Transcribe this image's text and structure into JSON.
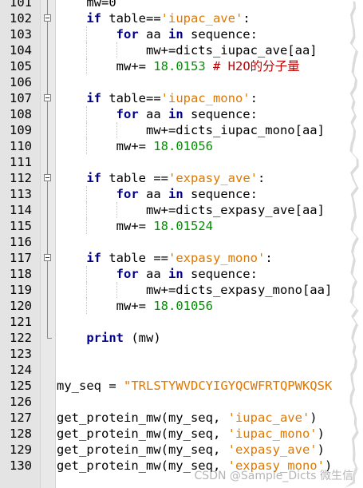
{
  "editor": {
    "lines": [
      {
        "no": "101",
        "tokens": [
          {
            "t": "    mw=0",
            "c": "plain"
          }
        ]
      },
      {
        "no": "102",
        "tokens": [
          {
            "t": "    ",
            "c": "plain"
          },
          {
            "t": "if",
            "c": "kw"
          },
          {
            "t": " table==",
            "c": "plain"
          },
          {
            "t": "'iupac_ave'",
            "c": "str"
          },
          {
            "t": ":",
            "c": "plain"
          }
        ]
      },
      {
        "no": "103",
        "tokens": [
          {
            "t": "        ",
            "c": "plain"
          },
          {
            "t": "for",
            "c": "kw"
          },
          {
            "t": " aa ",
            "c": "plain"
          },
          {
            "t": "in",
            "c": "kw"
          },
          {
            "t": " sequence:",
            "c": "plain"
          }
        ]
      },
      {
        "no": "104",
        "tokens": [
          {
            "t": "            mw+=dicts_iupac_ave[aa]",
            "c": "plain"
          }
        ]
      },
      {
        "no": "105",
        "tokens": [
          {
            "t": "        mw+= ",
            "c": "plain"
          },
          {
            "t": "18.0153",
            "c": "num"
          },
          {
            "t": " ",
            "c": "plain"
          },
          {
            "t": "# H2O的分子量",
            "c": "cmt"
          }
        ]
      },
      {
        "no": "106",
        "tokens": []
      },
      {
        "no": "107",
        "tokens": [
          {
            "t": "    ",
            "c": "plain"
          },
          {
            "t": "if",
            "c": "kw"
          },
          {
            "t": " table==",
            "c": "plain"
          },
          {
            "t": "'iupac_mono'",
            "c": "str"
          },
          {
            "t": ":",
            "c": "plain"
          }
        ]
      },
      {
        "no": "108",
        "tokens": [
          {
            "t": "        ",
            "c": "plain"
          },
          {
            "t": "for",
            "c": "kw"
          },
          {
            "t": " aa ",
            "c": "plain"
          },
          {
            "t": "in",
            "c": "kw"
          },
          {
            "t": " sequence:",
            "c": "plain"
          }
        ]
      },
      {
        "no": "109",
        "tokens": [
          {
            "t": "            mw+=dicts_iupac_mono[aa]",
            "c": "plain"
          }
        ]
      },
      {
        "no": "110",
        "tokens": [
          {
            "t": "        mw+= ",
            "c": "plain"
          },
          {
            "t": "18.01056",
            "c": "num"
          }
        ]
      },
      {
        "no": "111",
        "tokens": []
      },
      {
        "no": "112",
        "tokens": [
          {
            "t": "    ",
            "c": "plain"
          },
          {
            "t": "if",
            "c": "kw"
          },
          {
            "t": " table ==",
            "c": "plain"
          },
          {
            "t": "'expasy_ave'",
            "c": "str"
          },
          {
            "t": ":",
            "c": "plain"
          }
        ]
      },
      {
        "no": "113",
        "tokens": [
          {
            "t": "        ",
            "c": "plain"
          },
          {
            "t": "for",
            "c": "kw"
          },
          {
            "t": " aa ",
            "c": "plain"
          },
          {
            "t": "in",
            "c": "kw"
          },
          {
            "t": " sequence:",
            "c": "plain"
          }
        ]
      },
      {
        "no": "114",
        "tokens": [
          {
            "t": "            mw+=dicts_expasy_ave[aa]",
            "c": "plain"
          }
        ]
      },
      {
        "no": "115",
        "tokens": [
          {
            "t": "        mw+= ",
            "c": "plain"
          },
          {
            "t": "18.01524",
            "c": "num"
          }
        ]
      },
      {
        "no": "116",
        "tokens": []
      },
      {
        "no": "117",
        "tokens": [
          {
            "t": "    ",
            "c": "plain"
          },
          {
            "t": "if",
            "c": "kw"
          },
          {
            "t": " table ==",
            "c": "plain"
          },
          {
            "t": "'expasy_mono'",
            "c": "str"
          },
          {
            "t": ":",
            "c": "plain"
          }
        ]
      },
      {
        "no": "118",
        "tokens": [
          {
            "t": "        ",
            "c": "plain"
          },
          {
            "t": "for",
            "c": "kw"
          },
          {
            "t": " aa ",
            "c": "plain"
          },
          {
            "t": "in",
            "c": "kw"
          },
          {
            "t": " sequence:",
            "c": "plain"
          }
        ]
      },
      {
        "no": "119",
        "tokens": [
          {
            "t": "            mw+=dicts_expasy_mono[aa]",
            "c": "plain"
          }
        ]
      },
      {
        "no": "120",
        "tokens": [
          {
            "t": "        mw+= ",
            "c": "plain"
          },
          {
            "t": "18.01056",
            "c": "num"
          }
        ]
      },
      {
        "no": "121",
        "tokens": []
      },
      {
        "no": "122",
        "tokens": [
          {
            "t": "    ",
            "c": "plain"
          },
          {
            "t": "print",
            "c": "kw"
          },
          {
            "t": " (mw)",
            "c": "plain"
          }
        ]
      },
      {
        "no": "123",
        "tokens": []
      },
      {
        "no": "124",
        "tokens": []
      },
      {
        "no": "125",
        "tokens": [
          {
            "t": "my_seq = ",
            "c": "plain"
          },
          {
            "t": "\"TRLSTYWVDCYIGYQCWFRTQPWKQSK",
            "c": "str"
          }
        ]
      },
      {
        "no": "126",
        "tokens": []
      },
      {
        "no": "127",
        "tokens": [
          {
            "t": "get_protein_mw(my_seq, ",
            "c": "plain"
          },
          {
            "t": "'iupac_ave'",
            "c": "str"
          },
          {
            "t": ")",
            "c": "plain"
          }
        ]
      },
      {
        "no": "128",
        "tokens": [
          {
            "t": "get_protein_mw(my_seq, ",
            "c": "plain"
          },
          {
            "t": "'iupac_mono'",
            "c": "str"
          },
          {
            "t": ")",
            "c": "plain"
          }
        ]
      },
      {
        "no": "129",
        "tokens": [
          {
            "t": "get_protein_mw(my_seq, ",
            "c": "plain"
          },
          {
            "t": "'expasy_ave'",
            "c": "str"
          },
          {
            "t": ")",
            "c": "plain"
          }
        ]
      },
      {
        "no": "130",
        "tokens": [
          {
            "t": "get_protein_mw(my_seq, ",
            "c": "plain"
          },
          {
            "t": "'expasy_mono'",
            "c": "str"
          },
          {
            "t": ")",
            "c": "plain"
          }
        ]
      }
    ]
  },
  "watermark": "CSDN @Sample_Dicts 微生信",
  "colors": {
    "keyword": "#00008b",
    "string": "#e07800",
    "number": "#009300",
    "comment": "#c00000",
    "gutter": "#e4e4e4"
  },
  "icons": {
    "fold_marker": "fold-minus-icon"
  }
}
